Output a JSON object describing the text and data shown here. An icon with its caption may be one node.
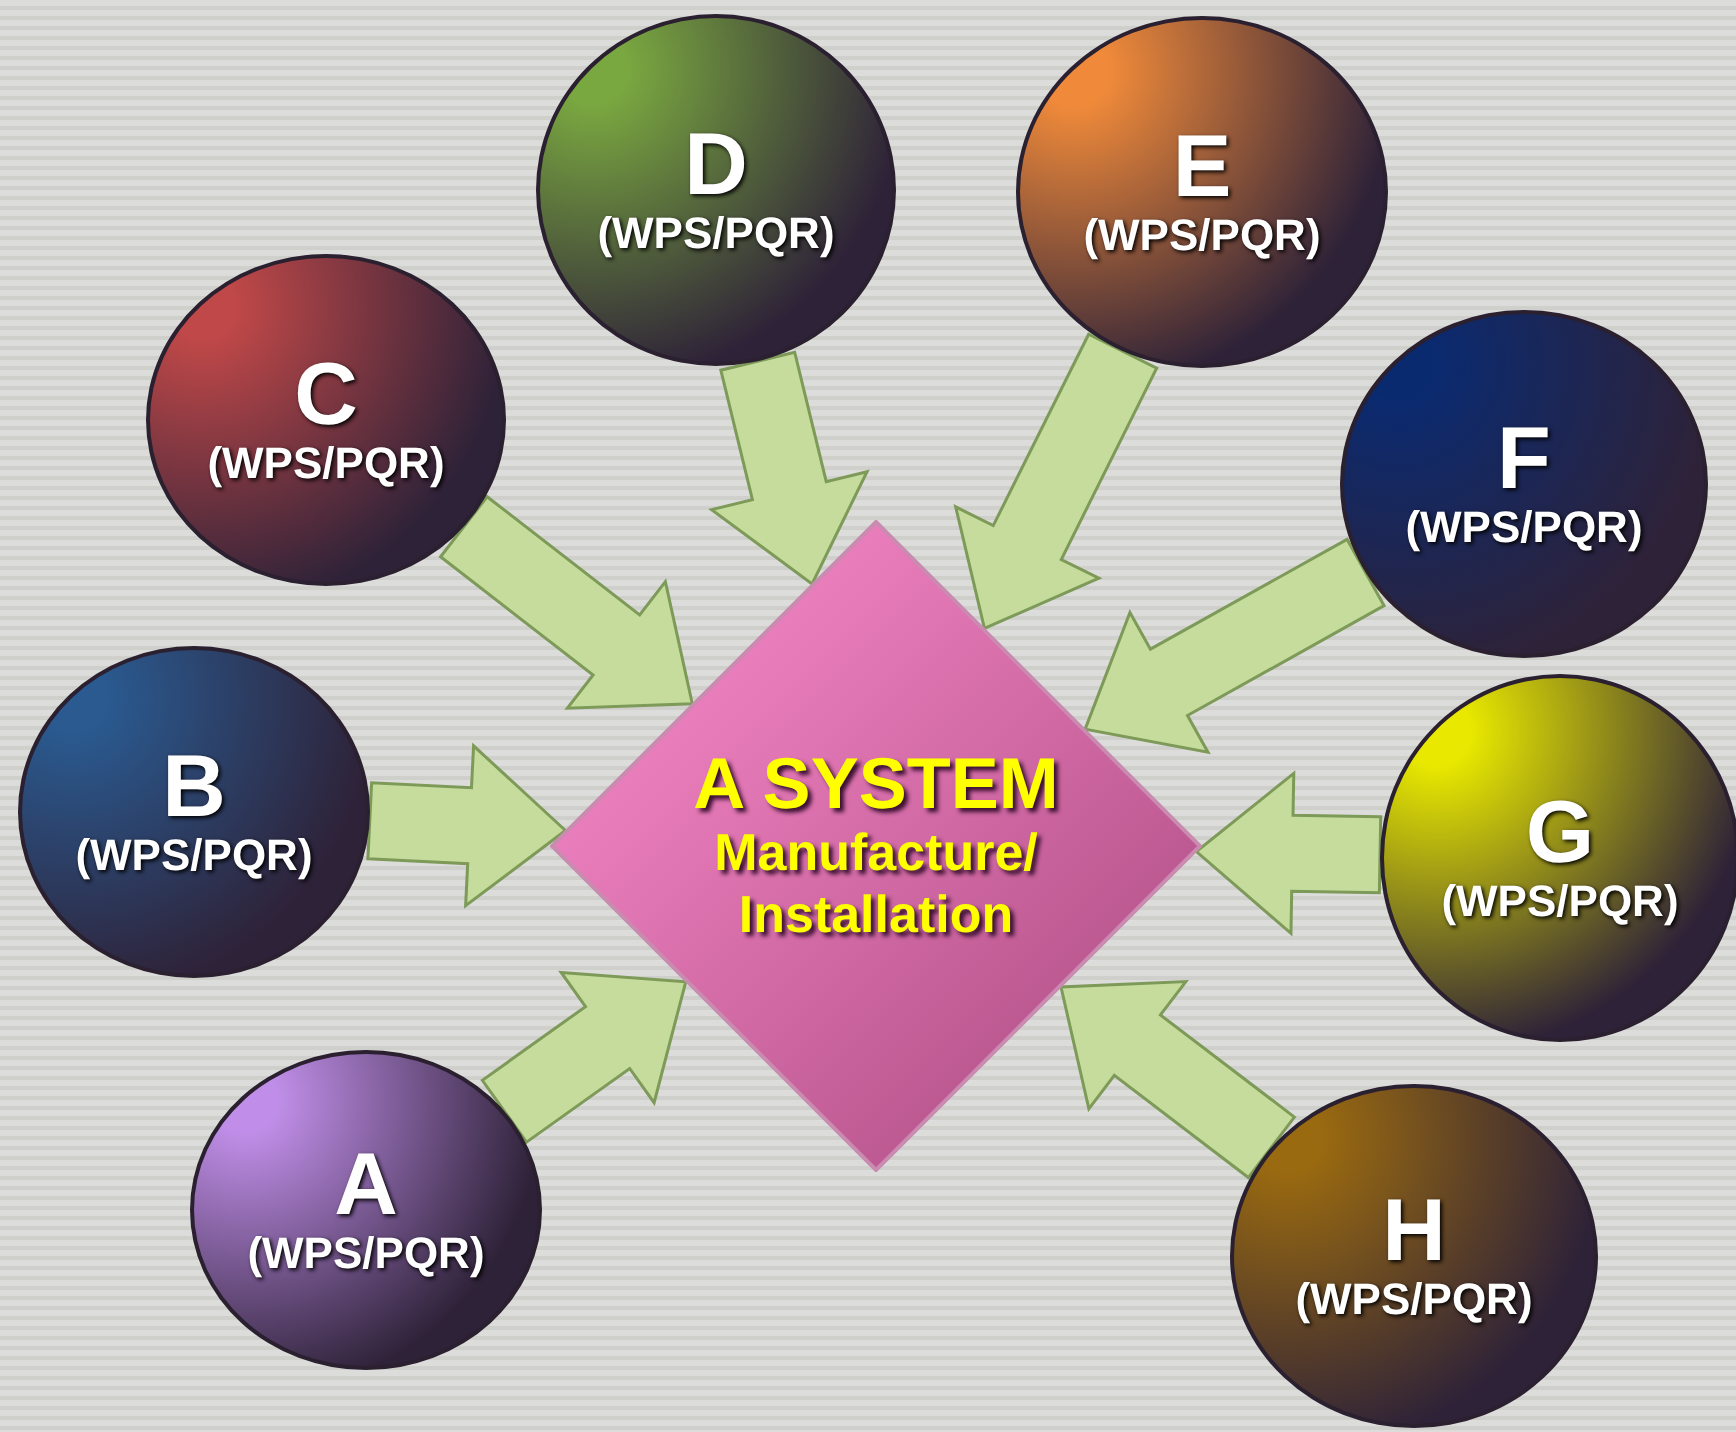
{
  "diagram": {
    "nodes": [
      {
        "text": [
          "A SYSTEM",
          "Manufacture/ Installation"
        ]
      },
      {
        "text": [
          "A",
          "(WPS/PQR)"
        ]
      },
      {
        "text": [
          "B",
          "(WPS/PQR)"
        ]
      },
      {
        "text": [
          "C",
          "(WPS/PQR)"
        ]
      },
      {
        "text": [
          "D",
          "(WPS/PQR)"
        ]
      },
      {
        "text": [
          "E",
          "(WPS/PQR)"
        ]
      },
      {
        "text": [
          "F",
          "(WPS/PQR)"
        ]
      },
      {
        "text": [
          "G",
          "(WPS/PQR)"
        ]
      },
      {
        "text": [
          "H",
          "(WPS/PQR)"
        ]
      }
    ],
    "edges": [
      {
        "from": 1,
        "to": 0,
        "arrow": "to"
      },
      {
        "from": 2,
        "to": 0,
        "arrow": "to"
      },
      {
        "from": 3,
        "to": 0,
        "arrow": "to"
      },
      {
        "from": 4,
        "to": 0,
        "arrow": "to"
      },
      {
        "from": 5,
        "to": 0,
        "arrow": "to"
      },
      {
        "from": 6,
        "to": 0,
        "arrow": "to"
      },
      {
        "from": 7,
        "to": 0,
        "arrow": "to"
      },
      {
        "from": 8,
        "to": 0,
        "arrow": "to"
      }
    ]
  }
}
